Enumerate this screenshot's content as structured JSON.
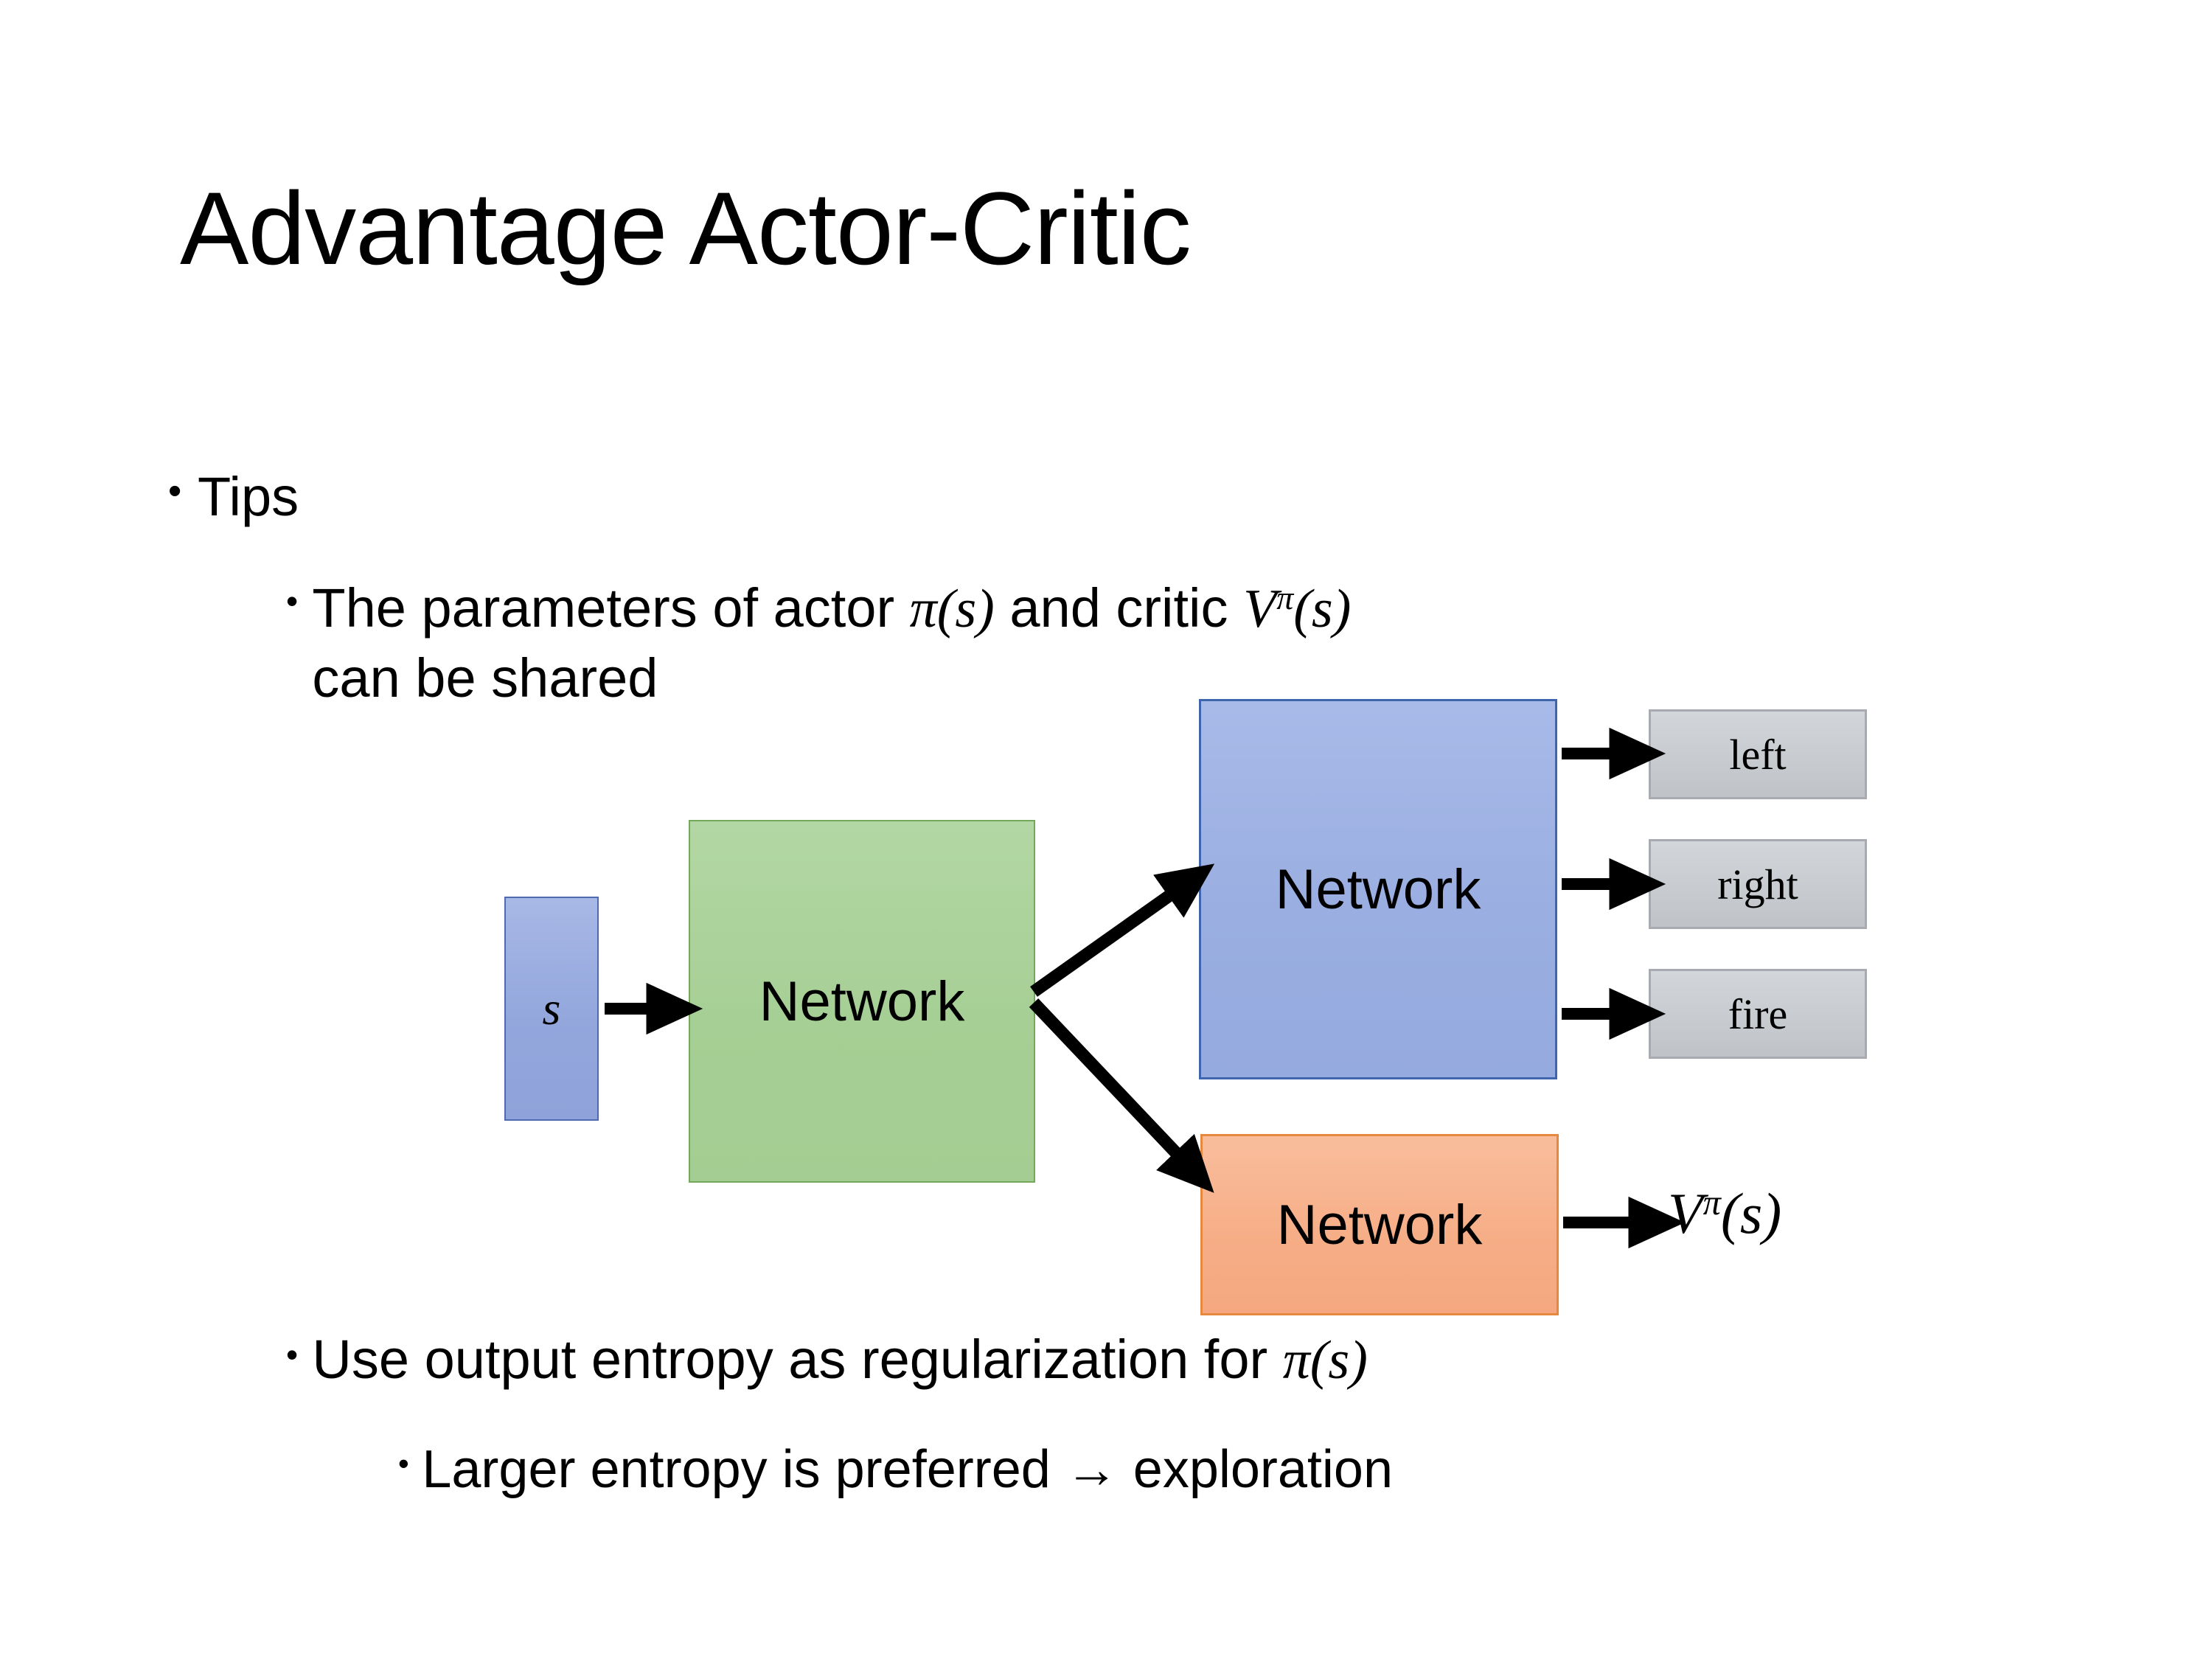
{
  "slide": {
    "title": "Advantage Actor-Critic",
    "background": "#ffffff"
  },
  "bullets": {
    "tips": {
      "marker": "•",
      "text": "Tips"
    },
    "shared_params": {
      "marker": "•",
      "text_before_pi": "The parameters of actor ",
      "pi_of_s": "π(s)",
      "text_middle": "  and critic ",
      "v_pi": "V",
      "v_pi_sup": "π",
      "v_pi_arg": "(s)",
      "line2": "can be shared",
      "full_text": "The parameters of actor π(s)  and critic Vπ(s) can be shared"
    },
    "entropy": {
      "marker": "•",
      "text_before_pi": "Use output entropy as regularization for ",
      "pi_of_s": "π(s)",
      "full_text": "Use output entropy as regularization for π(s)"
    },
    "larger_entropy": {
      "marker": "•",
      "text": "Larger entropy is preferred → exploration"
    }
  },
  "diagram": {
    "input": {
      "label": "s",
      "color": "#95a8de",
      "border": "#4f6bb0"
    },
    "shared_network": {
      "label": "Network",
      "color": "#a8d098",
      "border": "#74a85b"
    },
    "actor_network": {
      "label": "Network",
      "color": "#9cb0e0",
      "border": "#3f65ae"
    },
    "critic_network": {
      "label": "Network",
      "color": "#f6b08a",
      "border": "#e6893f"
    },
    "action_outputs": [
      {
        "label": "left",
        "color": "#c8ccd0"
      },
      {
        "label": "right",
        "color": "#c8ccd0"
      },
      {
        "label": "fire",
        "color": "#c8ccd0"
      }
    ],
    "critic_output": {
      "symbol": "V",
      "superscript": "π",
      "argument": "(s)",
      "full": "Vπ(s)"
    },
    "arrow_color": "#000000"
  }
}
